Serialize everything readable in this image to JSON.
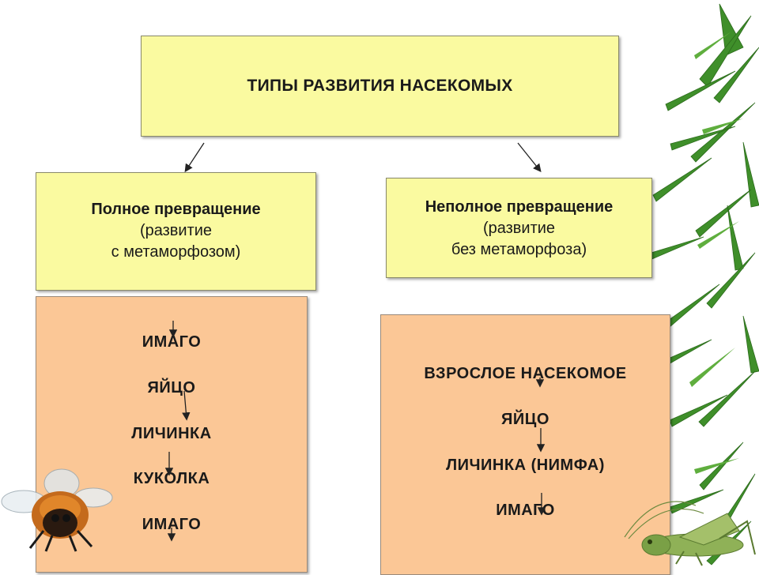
{
  "title": "ТИПЫ РАЗВИТИЯ НАСЕКОМЫХ",
  "left": {
    "heading": "Полное превращение",
    "sub_line1": "(развитие",
    "sub_line2": "с метаморфозом)",
    "stages": [
      "ИМАГО",
      "ЯЙЦО",
      "ЛИЧИНКА",
      "КУКОЛКА",
      "ИМАГО"
    ]
  },
  "right": {
    "heading": "Неполное превращение",
    "sub_line1": "(развитие",
    "sub_line2": "без метаморфоза)",
    "stages": [
      "ВЗРОСЛОЕ НАСЕКОМОЕ",
      "ЯЙЦО",
      "ЛИЧИНКА (НИМФА)",
      "ИМАГО"
    ]
  },
  "colors": {
    "yellow_box": "#fafaa0",
    "peach_box": "#fbc796",
    "bamboo_leaf": "#3f8f2a"
  },
  "icons": [
    "bamboo-leaves-decoration",
    "bee-picture",
    "grasshopper-picture"
  ]
}
